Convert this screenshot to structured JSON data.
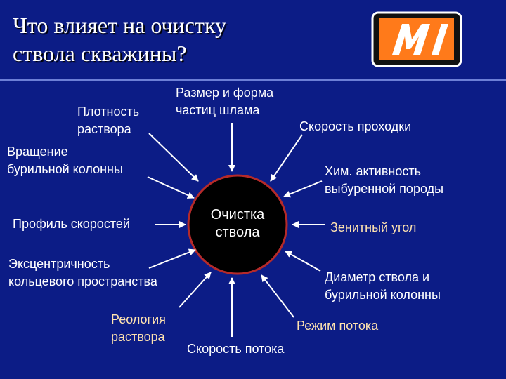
{
  "title": "Что влияет на очистку\nствола скважины?",
  "logo": {
    "name": "mi-logo",
    "text": "MI",
    "colors": {
      "frame": "#ff7a1a",
      "background": "#111111",
      "letters": "#ffffff"
    }
  },
  "center": {
    "text": "Очистка\nствола"
  },
  "factors": {
    "size_shape": "Размер и форма\nчастиц  шлама",
    "density": "Плотность\nраствора",
    "rop": "Скорость проходки",
    "rotation": "Вращение\nбурильной колонны",
    "chem_activity": "Хим. активность\nвыбуренной породы",
    "velocity_profile": "Профиль скоростей",
    "inclination": "Зенитный угол",
    "eccentricity": "Эксцентричность\nкольцевого пространства",
    "diameter": "Диаметр ствола и\nбурильной колонны",
    "rheology": "Реология\nраствора",
    "flow_regime": "Режим потока",
    "flow_velocity": "Скорость потока"
  },
  "colors": {
    "background": "#0c1c86",
    "circle_fill": "#000000",
    "circle_stroke": "#b52a2a",
    "arrows": "#ffffff",
    "orange_text": "#ffe3b0"
  }
}
